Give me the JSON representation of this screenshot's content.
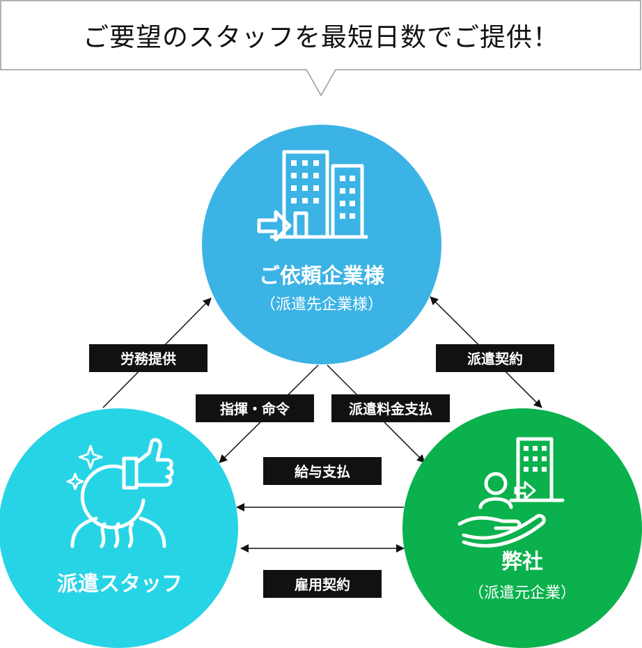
{
  "header": {
    "title": "ご要望のスタッフを最短日数でご提供！"
  },
  "nodes": {
    "client": {
      "name": "ご依頼企業様",
      "sub": "（派遣先企業様）",
      "color": "#3bb3e5"
    },
    "staff": {
      "name": "派遣スタッフ",
      "color": "#27d4e6"
    },
    "company": {
      "name": "弊社",
      "sub": "（派遣元企業）",
      "color": "#0ab14c"
    }
  },
  "edges": {
    "labor": "労務提供",
    "dispatch_contract": "派遣契約",
    "command": "指揮・命令",
    "dispatch_fee": "派遣料金支払",
    "salary": "給与支払",
    "employment": "雇用契約"
  }
}
